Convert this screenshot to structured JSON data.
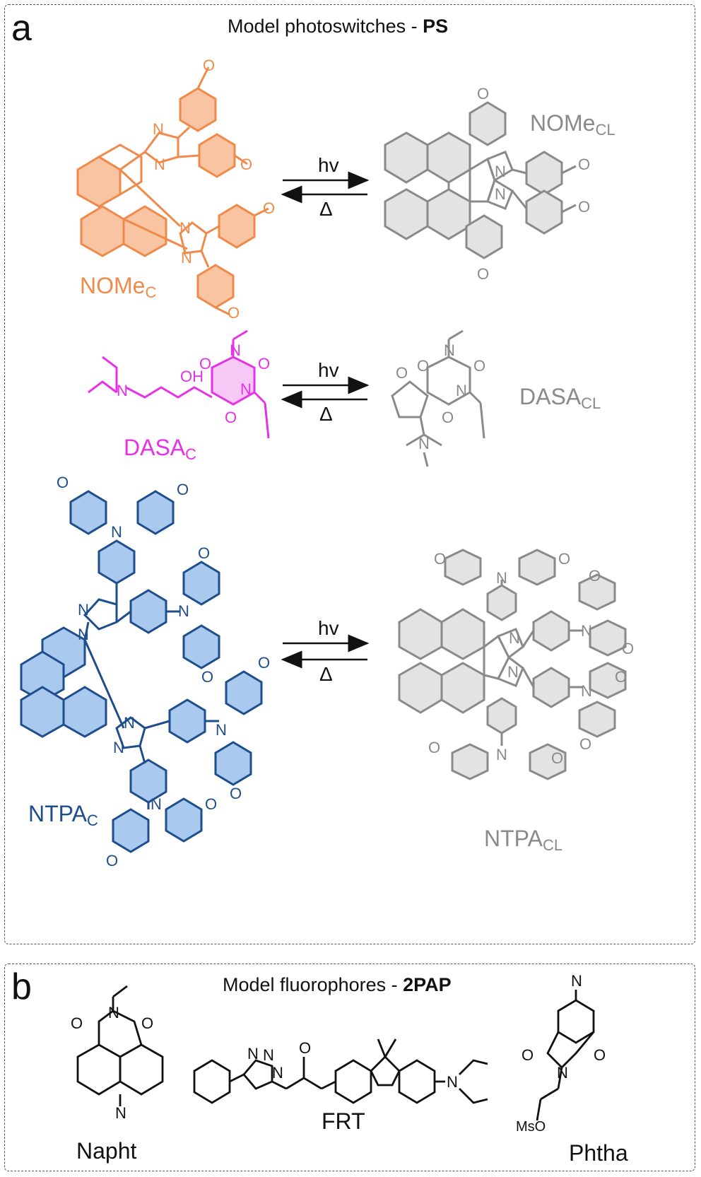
{
  "panel_a": {
    "label": "a",
    "title_prefix": "Model photoswitches - ",
    "title_bold": "PS",
    "rows": [
      {
        "closed": "NOMe",
        "closed_sub": "C",
        "open": "NOMe",
        "open_sub": "CL",
        "forward": "hv",
        "back": "Δ"
      },
      {
        "closed": "DASA",
        "closed_sub": "C",
        "open": "DASA",
        "open_sub": "CL",
        "forward": "hv",
        "back": "Δ"
      },
      {
        "closed": "NTPA",
        "closed_sub": "C",
        "open": "NTPA",
        "open_sub": "CL",
        "forward": "hv",
        "back": "Δ"
      }
    ],
    "atoms": {
      "N": "N",
      "O": "O"
    }
  },
  "panel_b": {
    "label": "b",
    "title_prefix": "Model fluorophores - ",
    "title_bold": "2PAP",
    "compounds": [
      "Napht",
      "FRT",
      "Phtha"
    ],
    "ms_label": "MsO"
  },
  "colors": {
    "nome": "#f08a4b",
    "nome_fill": "#f9c4a2",
    "dasa": "#e632e6",
    "dasa_fill": "#f6c8f6",
    "ntpa": "#1f4e8c",
    "ntpa_fill": "#a9c9ef",
    "gray": "#8a8a8a",
    "gray_fill": "#e3e3e3",
    "black": "#111111"
  }
}
